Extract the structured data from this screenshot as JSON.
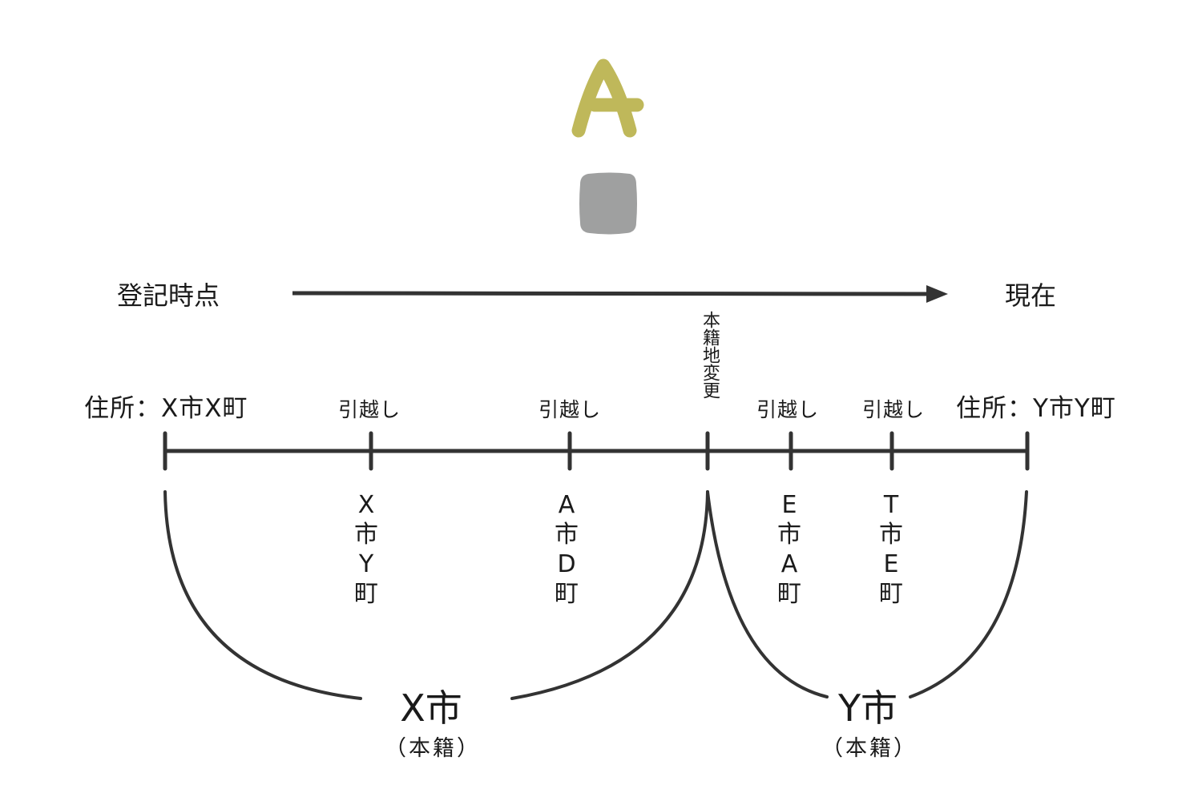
{
  "person": {
    "label": "A",
    "label_color": "#bfb85a",
    "body_color": "#9fa0a0"
  },
  "timeline_header": {
    "start_label": "登記時点",
    "end_label": "現在",
    "arrow_color": "#333333"
  },
  "address_start": "住所：X市X町",
  "address_end": "住所：Y市Y町",
  "domicile_change_label": "本籍地変更",
  "events": [
    {
      "label": "引越し",
      "town": [
        "X",
        "市",
        "Y",
        "町"
      ]
    },
    {
      "label": "引越し",
      "town": [
        "A",
        "市",
        "D",
        "町"
      ]
    },
    {
      "label": "引越し",
      "town": [
        "E",
        "市",
        "A",
        "町"
      ]
    },
    {
      "label": "引越し",
      "town": [
        "T",
        "市",
        "E",
        "町"
      ]
    }
  ],
  "groups": [
    {
      "city": "X市",
      "note": "（本籍）"
    },
    {
      "city": "Y市",
      "note": "（本籍）"
    }
  ],
  "line_color": "#333333"
}
